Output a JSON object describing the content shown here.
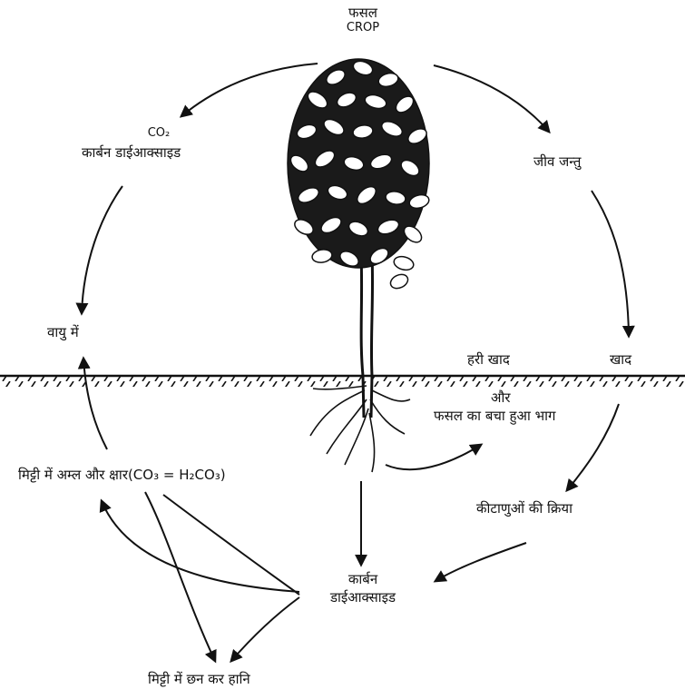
{
  "diagram": {
    "labels": {
      "crop_hindi": "फसल",
      "crop_english": "CROP",
      "co2_formula": "CO₂",
      "co2_hindi": "कार्बन डाईआक्साइड",
      "animals": "जीव जन्तु",
      "in_air": "वायु में",
      "green_manure": "हरी खाद",
      "manure": "खाद",
      "and": "और",
      "crop_residue": "फसल का बचा हुआ भाग",
      "bacteria_action": "कीटाणुओं की क्रिया",
      "soil_acid_alkali": "मिट्टी में अम्ल और क्षार(CO₃ = H₂CO₃)",
      "co2_soil_line1": "कार्बन",
      "co2_soil_line2": "डाईआक्साइड",
      "leaching_loss": "मिट्टी में छन कर हानि"
    },
    "colors": {
      "ink": "#111111",
      "background": "#ffffff"
    }
  }
}
